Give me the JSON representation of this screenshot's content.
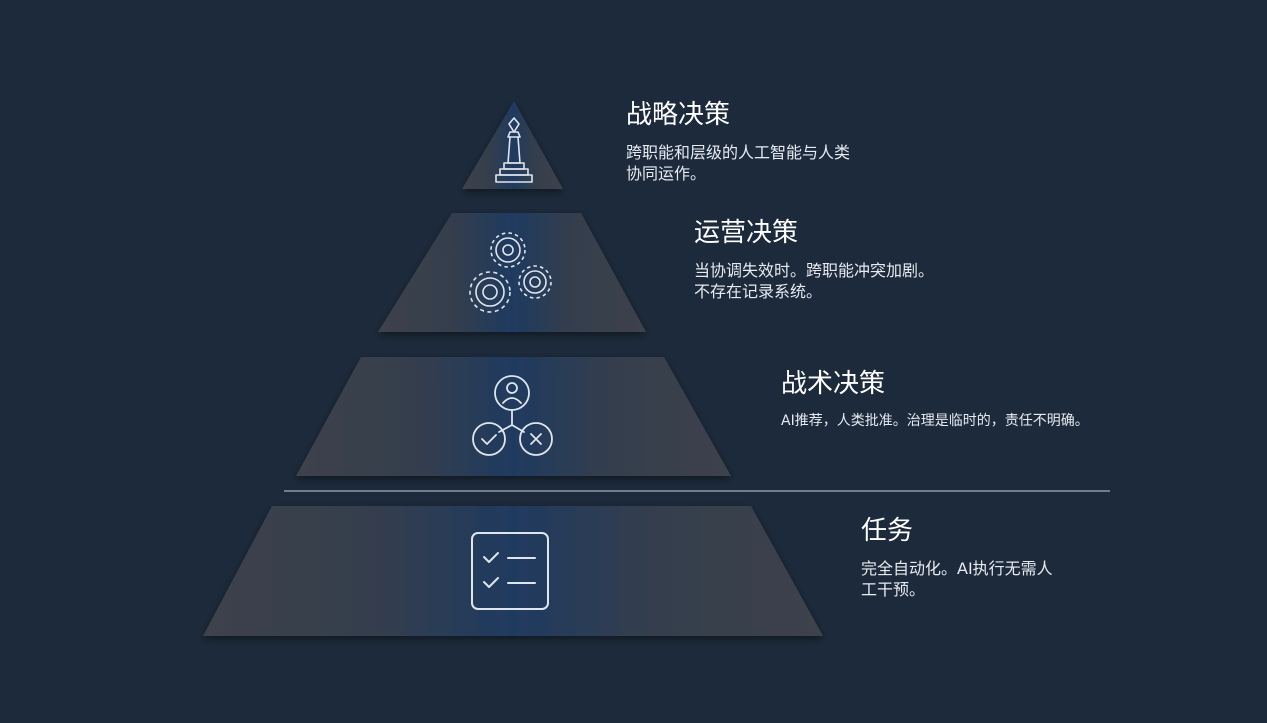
{
  "tiers": [
    {
      "title": "战略决策",
      "description": "跨职能和层级的人工智能与人类\n协同运作。",
      "icon": "chess-king-icon"
    },
    {
      "title": "运营决策",
      "description": "当协调失效时。跨职能冲突加剧。\n不存在记录系统。",
      "icon": "gears-icon"
    },
    {
      "title": "战术决策",
      "description": "AI推荐，人类批准。治理是临时的，责任不明确。",
      "icon": "approval-flow-icon"
    },
    {
      "title": "任务",
      "description": "完全自动化。AI执行无需人\n工干预。",
      "icon": "checklist-icon"
    }
  ],
  "colors": {
    "background": "#1d2a3b",
    "tier_edge": "#3b404a",
    "tier_center": "#1e3a60",
    "icon_stroke": "#dfe5ee",
    "divider": "#8e98a6"
  }
}
